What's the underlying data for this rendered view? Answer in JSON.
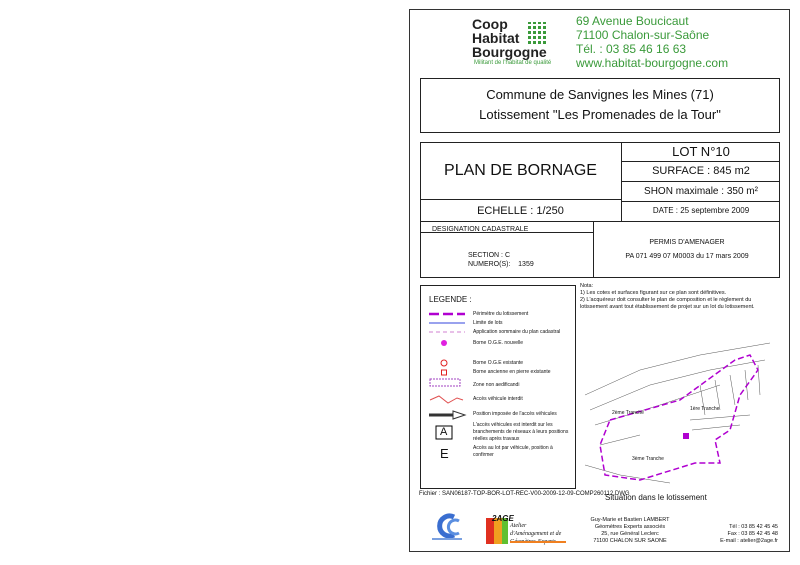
{
  "header": {
    "logo_line1": "Coop",
    "logo_line2": "Habitat",
    "logo_line3": "Bourgogne",
    "tagline": "Militant de l'habitat de qualité",
    "address1": "69 Avenue Boucicaut",
    "address2": "71100 Chalon-sur-Saône",
    "phone": "Tél. : 03 85 46 16 63",
    "website": "www.habitat-bourgogne.com"
  },
  "commune": {
    "line1": "Commune de Sanvignes les Mines (71)",
    "line2": "Lotissement \"Les Promenades de la Tour\""
  },
  "plan": {
    "title": "PLAN DE BORNAGE",
    "lot": "LOT N°10",
    "surface": "SURFACE : 845 m2",
    "shon": "SHON maximale : 350 m²",
    "echelle": "ECHELLE : 1/250",
    "date": "DATE : 25 septembre 2009"
  },
  "cadastre": {
    "title": "DESIGNATION CADASTRALE",
    "section": "SECTION : C",
    "numero": "NUMERO(S):    1359",
    "permis_title": "PERMIS D'AMENAGER",
    "permis_ref": "PA 071 499 07 M0003 du 17 mars 2009"
  },
  "legend": {
    "title": "LEGENDE :",
    "items": [
      "Périmètre du lotissement",
      "Limite de lots",
      "Application sommaire du plan cadastral",
      "Borne O.G.E. nouvelle",
      "Borne O.G.E existante",
      "Borne ancienne en pierre existante",
      "Zone non aedificandi",
      "Accès véhicule interdit",
      "Position imposée de l'accès véhicules",
      "L'accès véhicules est interdit sur les branchements de réseaux à leurs positions réelles après travaux",
      "Accès au lot par véhicule, position à confirmer"
    ],
    "letter_a": "A",
    "letter_e": "E"
  },
  "nota": {
    "title": "Nota:",
    "line1": "1) Les cotes et surfaces figurant sur ce plan sont définitives.",
    "line2": "2) L'acquéreur doit consulter le plan de composition et le règlement du lotissement avant tout établissement de projet sur un lot du lotissement."
  },
  "map": {
    "label1": "2ème Tranche",
    "label2": "1ère Tranche",
    "label3": "3ème Tranche",
    "caption": "Situation dans le lotissement"
  },
  "file": "Fichier : SAN06187-TOP-BOR-LOT-REC-V00-2009-12-09-COMP260112.DWG",
  "footer": {
    "age_logo": "2AGE",
    "age_text": "Atelier d'Aménagement et de Géomètres-Experts",
    "names": "Guy-Marie et Bastien LAMBERT",
    "role": "Géomètres Experts associés",
    "street": "25, rue Général Leclerc",
    "city": "71100 CHALON SUR SAONE",
    "tel": "Tél : 03 85 42 45 45",
    "fax": "Fax : 03 85 42 45 48",
    "email": "E-mail : atelier@2age.fr"
  },
  "colors": {
    "green": "#3a9a3a",
    "purple": "#b000d0"
  }
}
